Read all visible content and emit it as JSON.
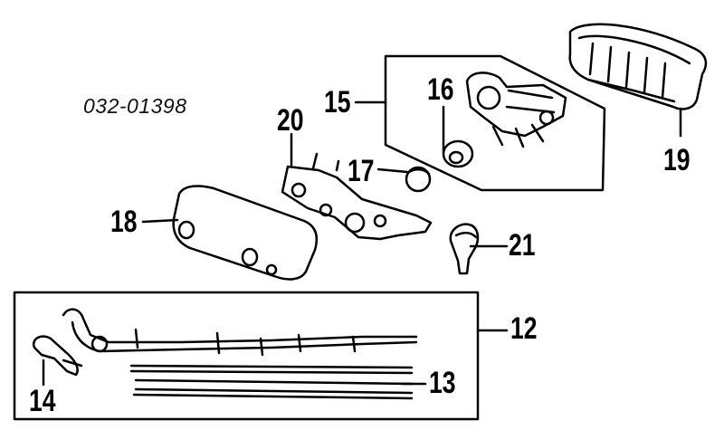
{
  "diagram": {
    "document_id": "032-01398",
    "callouts": [
      {
        "id": "c12",
        "label": "12"
      },
      {
        "id": "c13",
        "label": "13"
      },
      {
        "id": "c14",
        "label": "14"
      },
      {
        "id": "c15",
        "label": "15"
      },
      {
        "id": "c16",
        "label": "16"
      },
      {
        "id": "c17",
        "label": "17"
      },
      {
        "id": "c18",
        "label": "18"
      },
      {
        "id": "c19",
        "label": "19"
      },
      {
        "id": "c20",
        "label": "20"
      },
      {
        "id": "c21",
        "label": "21"
      }
    ],
    "colors": {
      "ink": "#000000",
      "background": "#ffffff"
    }
  }
}
